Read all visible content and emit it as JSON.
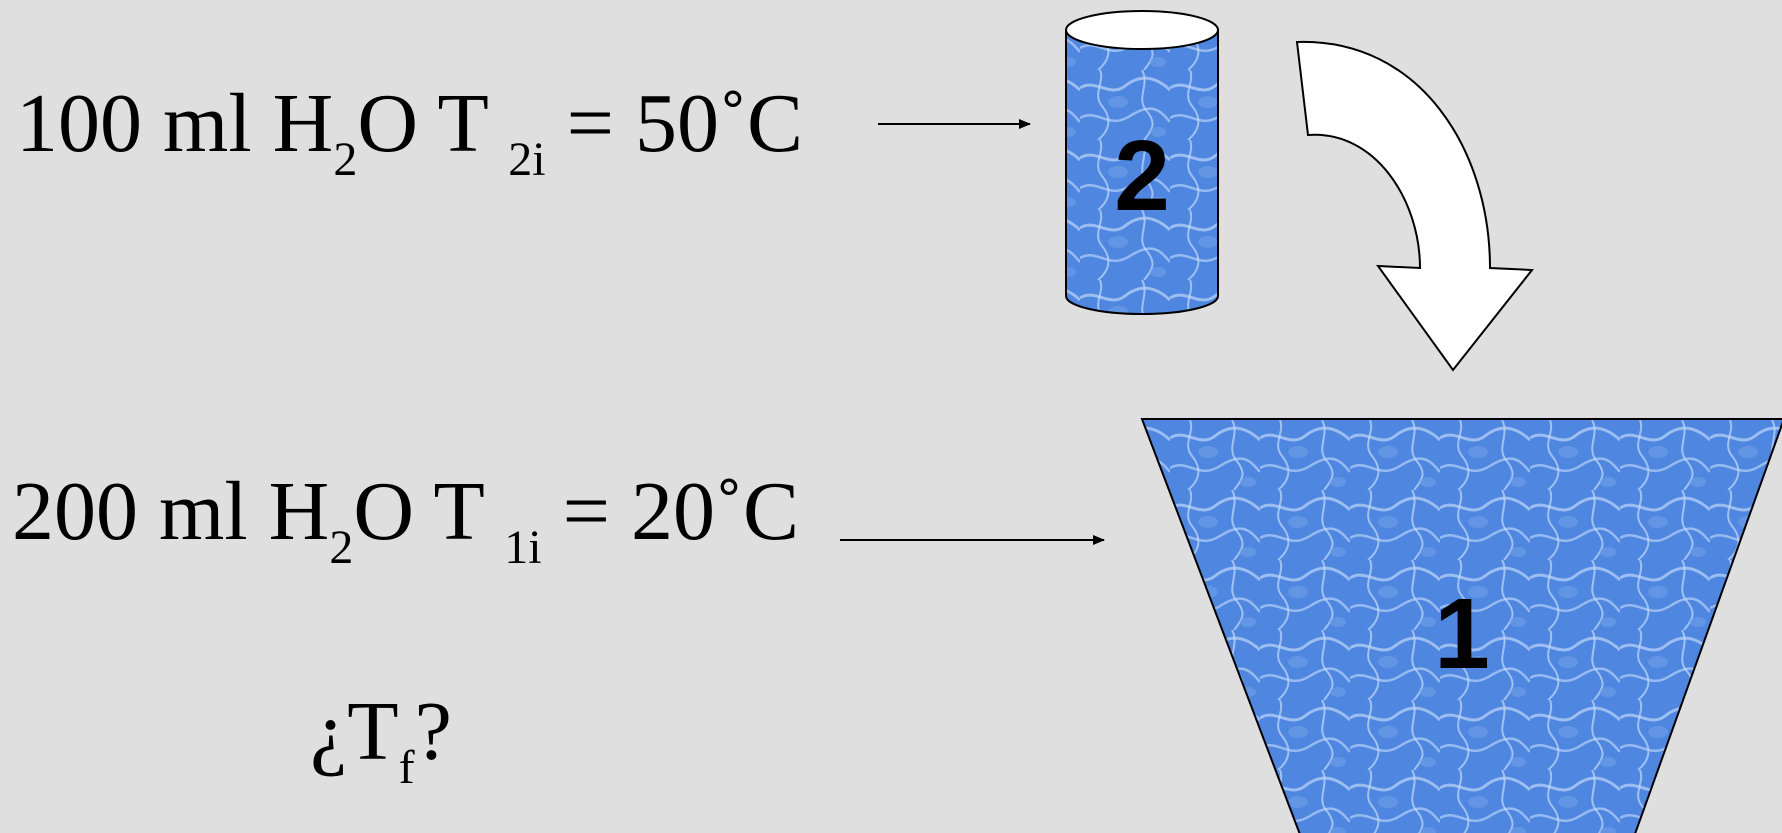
{
  "container_2": {
    "line_quantity": "100 ml H",
    "water_sub": "2",
    "line_species": "O T",
    "temp_sub": "2i",
    "line_value": " = 50˚C",
    "vessel_label": "2"
  },
  "container_1": {
    "line_quantity": "200 ml H",
    "water_sub": "2",
    "line_species": "O T",
    "temp_sub": "1i",
    "line_value": " = 20˚C",
    "vessel_label": "1"
  },
  "question": {
    "open": "¿T",
    "sub": "f",
    "close": "?"
  },
  "colors": {
    "background": "#dfdfdf",
    "water": "#4f86e0",
    "water_highlight": "#a9c8f5",
    "outline": "#000000"
  }
}
